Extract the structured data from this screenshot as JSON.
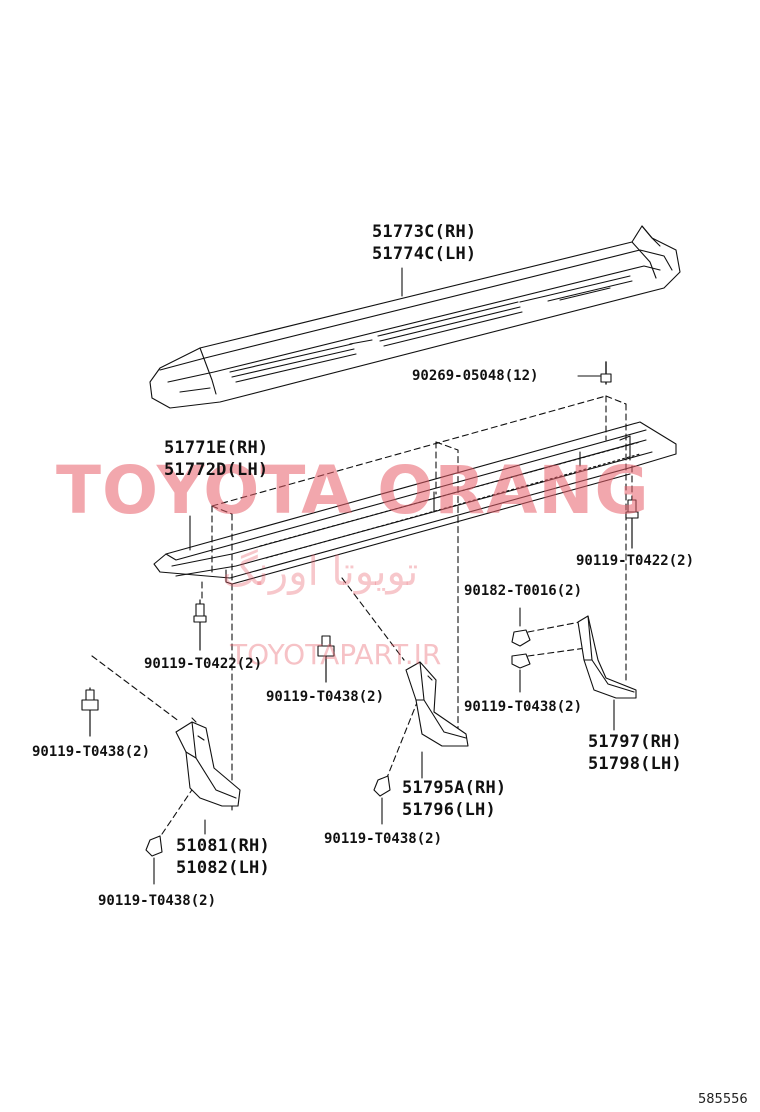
{
  "labels": {
    "step_board_rh": "51773C(RH)",
    "step_board_lh": "51774C(LH)",
    "clip": "90269-05048(12)",
    "bracket_rh": "51771E(RH)",
    "bracket_lh": "51772D(LH)",
    "bolt_right_top": "90119-T0422(2)",
    "nut": "90182-T0016(2)",
    "bolt_left": "90119-T0422(2)",
    "bolt_mid_upper": "90119-T0438(2)",
    "bolt_right_lower": "90119-T0438(2)",
    "rear_stay_rh": "51797(RH)",
    "rear_stay_lh": "51798(LH)",
    "bolt_left_stay": "90119-T0438(2)",
    "center_stay_rh": "51795A(RH)",
    "center_stay_lh": "51796(LH)",
    "bolt_mid_lower": "90119-T0438(2)",
    "front_stay_rh": "51081(RH)",
    "front_stay_lh": "51082(LH)",
    "bolt_bottom": "90119-T0438(2)"
  },
  "watermark": {
    "main": "TOYOTA ORANG",
    "persian": "تویوتا اورنگ",
    "site": "TOYOTAPART.IR"
  },
  "diagram_id": "585556",
  "colors": {
    "line": "#111111",
    "watermark": "#e85f69"
  }
}
